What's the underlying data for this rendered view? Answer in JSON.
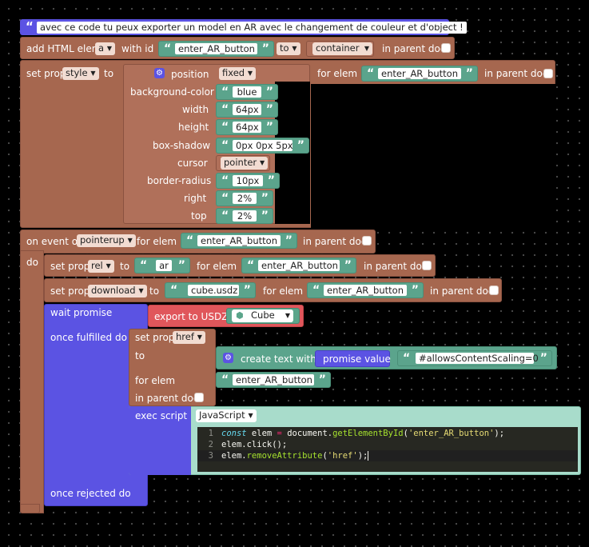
{
  "comment": {
    "text": "avec ce code tu peux exporter un model en AR avec le changement de couleur et d'object !"
  },
  "add_elem": {
    "label": "add HTML elem",
    "tag": "a",
    "with_id": "with id",
    "id_value": "enter_AR_button",
    "to": "to",
    "to_value": "container",
    "in_parent_doc": "in parent doc"
  },
  "set_style": {
    "label": "set prop",
    "prop": "style",
    "to": "to",
    "for_elem": "for elem",
    "elem_value": "enter_AR_button",
    "in_parent_doc": "in parent doc",
    "position_label": "position",
    "position_value": "fixed",
    "rows": [
      {
        "key": "background-color",
        "value": "blue"
      },
      {
        "key": "width",
        "value": "64px"
      },
      {
        "key": "height",
        "value": "64px"
      },
      {
        "key": "box-shadow",
        "value": "0px 0px 5px"
      },
      {
        "key": "cursor",
        "value": "pointer"
      },
      {
        "key": "border-radius",
        "value": "10px"
      },
      {
        "key": "right",
        "value": "2%"
      },
      {
        "key": "top",
        "value": "2%"
      }
    ]
  },
  "event": {
    "label": "on event of",
    "event": "pointerup",
    "for_elem": "for elem",
    "elem_value": "enter_AR_button",
    "in_parent_doc": "in parent doc",
    "do": "do"
  },
  "set_rel": {
    "label": "set prop",
    "prop": "rel",
    "to": "to",
    "value": "ar",
    "for_elem": "for elem",
    "elem_value": "enter_AR_button",
    "in_parent_doc": "in parent doc"
  },
  "set_download": {
    "label": "set prop",
    "prop": "download",
    "to": "to",
    "value": "cube.usdz",
    "for_elem": "for elem",
    "elem_value": "enter_AR_button",
    "in_parent_doc": "in parent doc"
  },
  "wait": {
    "label": "wait promise",
    "export_label": "export to USDZ",
    "object": "Cube",
    "fulfilled": "once fulfilled do",
    "rejected": "once rejected do"
  },
  "set_href": {
    "label": "set prop",
    "prop": "href",
    "to": "to",
    "create_text": "create text with",
    "promise_value": "promise value",
    "hash": "#allowsContentScaling=0",
    "for_elem": "for elem",
    "elem_value": "enter_AR_button",
    "in_parent_doc": "in parent doc"
  },
  "exec": {
    "label": "exec script",
    "lang": "JavaScript",
    "lines": [
      {
        "n": "1",
        "kw": "const",
        "var": " elem ",
        "op": "=",
        "obj": " document.",
        "fn": "getElementById",
        "arg": "'enter_AR_button'",
        "end": ");"
      },
      {
        "n": "2",
        "text": "elem.click();"
      },
      {
        "n": "3",
        "text_a": "elem.",
        "fn": "removeAttribute",
        "arg": "'href'",
        "end": ");"
      }
    ]
  }
}
